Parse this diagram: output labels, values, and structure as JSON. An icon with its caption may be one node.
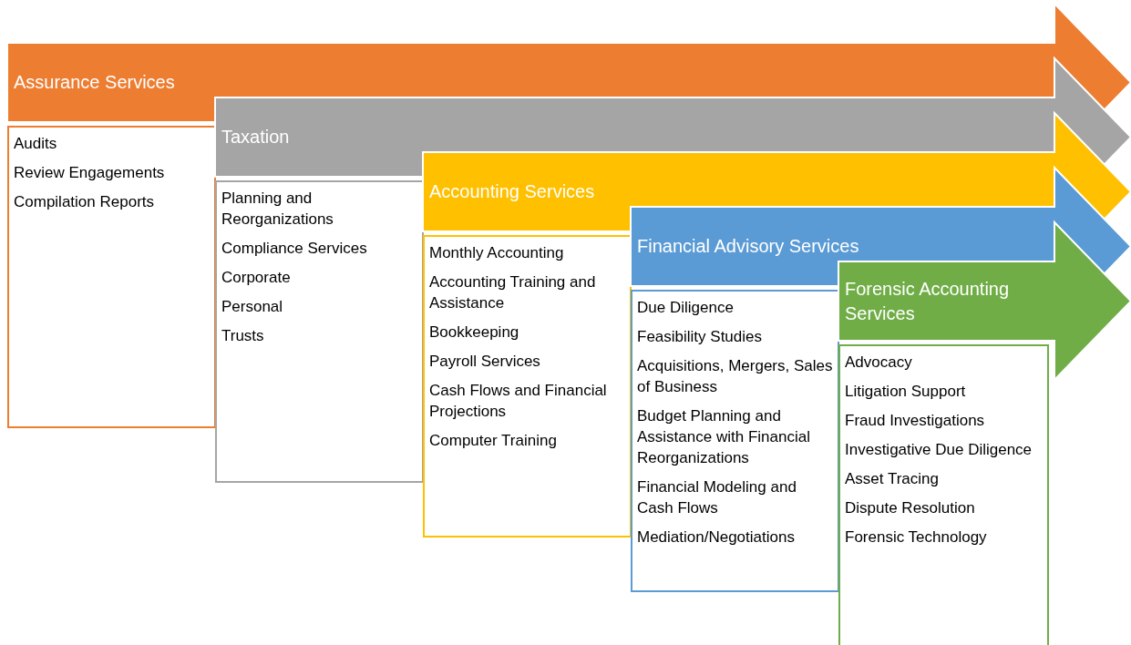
{
  "diagram": {
    "nodes": [
      {
        "text": [
          "Assurance Services"
        ]
      },
      {
        "text": [
          "Audits",
          "Review Engagements",
          "Compilation Reports"
        ]
      },
      {
        "text": [
          "Taxation"
        ]
      },
      {
        "text": [
          "Planning and Reorganizations",
          "Compliance Services",
          "Corporate",
          "Personal",
          "Trusts"
        ]
      },
      {
        "text": [
          "Accounting Services"
        ]
      },
      {
        "text": [
          "Monthly Accounting",
          "Accounting Training and Assistance",
          "Bookkeeping",
          "Payroll Services",
          "Cash Flows and Financial Projections",
          "Computer Training"
        ]
      },
      {
        "text": [
          "Financial Advisory Services"
        ]
      },
      {
        "text": [
          "Due Diligence",
          "Feasibility Studies",
          "Acquisitions, Mergers, Sales of Business",
          "Budget Planning and Assistance with Financial Reorganizations",
          "Financial Modeling and Cash Flows",
          "Mediation/Negotiations"
        ]
      },
      {
        "text": [
          "Forensic Accounting Services"
        ]
      },
      {
        "text": [
          "Advocacy",
          "Litigation Support",
          "Fraud Investigations",
          "Investigative Due Diligence",
          "Asset Tracing",
          "Dispute Resolution",
          "Forensic Technology"
        ]
      }
    ]
  }
}
